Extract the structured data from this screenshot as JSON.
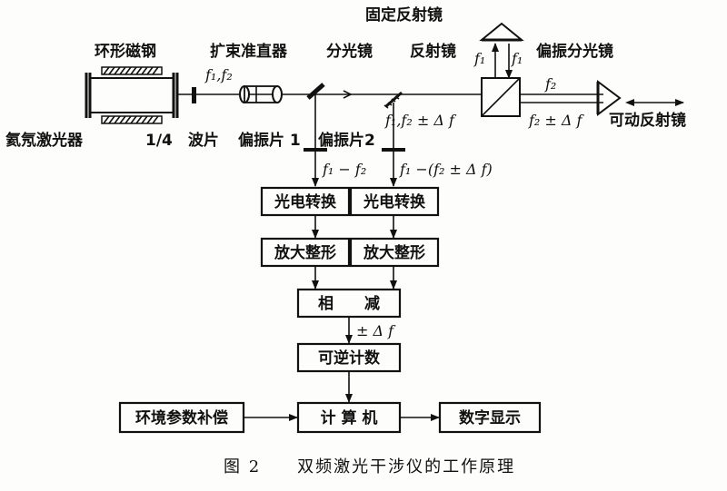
{
  "labels": {
    "fixed_mirror": "固定反射镜",
    "ring_magnet": "环形磁钢",
    "beam_expander": "扩束准直器",
    "beam_splitter": "分光镜",
    "mirror": "反射镜",
    "polarizing_splitter": "偏振分光镜",
    "laser": "氦氖激光器",
    "quarter_wave": "1/4　波片",
    "polarizer1": "偏振片 1",
    "polarizer2": "偏振片2",
    "movable_mirror": "可动反射镜"
  },
  "math": {
    "f1f2_laser": "f₁,f₂",
    "f1_top_left": "f₁",
    "f1_top_right": "f₁",
    "f2_right": "f₂",
    "f1f2_delta": "f₁,f₂ ± Δ f",
    "f2_delta": "f₂ ± Δ f",
    "diff_left": "f₁ − f₂",
    "diff_right": "f₁ −(f₂ ± Δ f)",
    "pm_delta": "± Δ f"
  },
  "boxes": {
    "pe_left": "光电转换",
    "pe_right": "光电转换",
    "amp_left": "放大整形",
    "amp_right": "放大整形",
    "subtract": "相　　减",
    "counter": "可逆计数",
    "computer": "计 算 机",
    "env_comp": "环境参数补偿",
    "display": "数字显示"
  },
  "caption": "图 2　　双频激光干涉仪的工作原理"
}
